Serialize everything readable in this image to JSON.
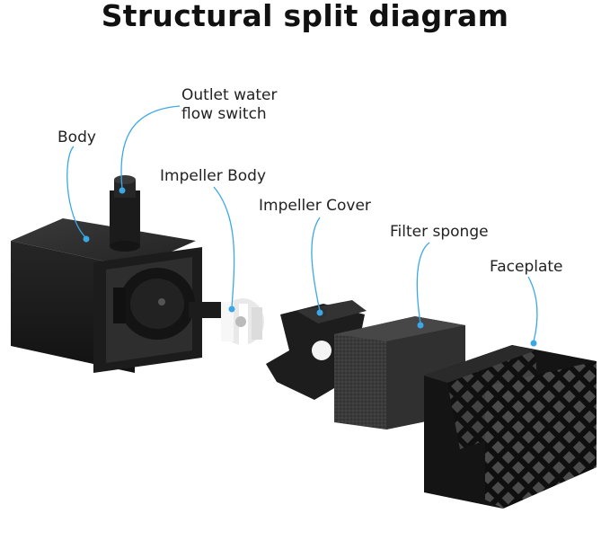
{
  "title": "Structural split diagram",
  "labels": {
    "body": "Body",
    "outlet_line1": "Outlet water",
    "outlet_line2": "flow switch",
    "impeller_body": "Impeller Body",
    "impeller_cover": "Impeller Cover",
    "filter_sponge": "Filter sponge",
    "faceplate": "Faceplate"
  },
  "colors": {
    "callout": "#3aa8e6",
    "part_dark": "#1a1a1a",
    "part_mid": "#2b2b2b",
    "sponge": "#3b3b3b",
    "impeller": "#f2f2f2"
  }
}
